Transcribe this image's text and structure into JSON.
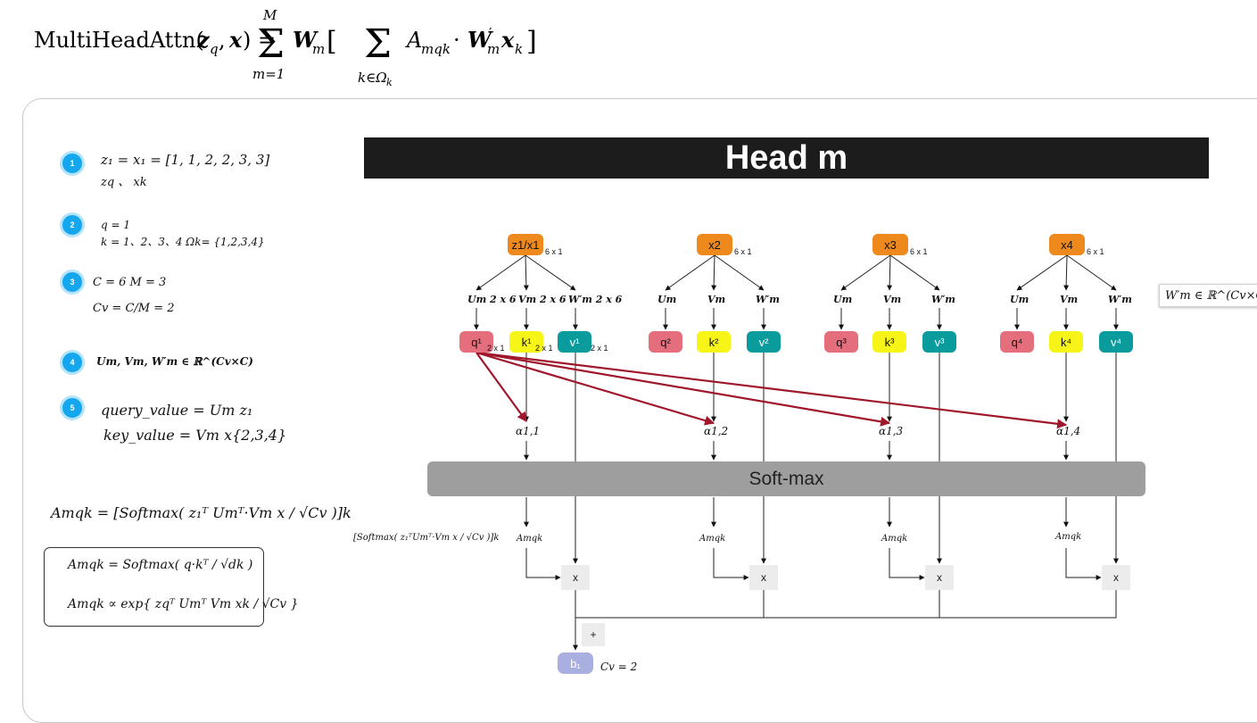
{
  "top_formula": "MultiHeadAttn(𝒛q, 𝒙) = Σm=1M 𝑾m[ Σk∈Ωk Amqk · 𝑾′m𝒙k ]",
  "steps": [
    {
      "badge": "1",
      "line1": "z₁ = x₁ = [1,  1,  2,  2,  3,  3]",
      "line2": "zq 、 xk"
    },
    {
      "badge": "2",
      "line1": "q = 1",
      "line2": "k = 1、2、3、4    Ωk= {1,2,3,4}"
    },
    {
      "badge": "3",
      "line1": "C = 6      M = 3",
      "line2": "Cv = C/M = 2"
    },
    {
      "badge": "4",
      "line1": "𝑼m, 𝑽m, 𝑾′m ∈ ℝ^(Cv×C)"
    },
    {
      "badge": "5",
      "line1": "query_value = Um z₁",
      "line2": "key_value = Vm x{2,3,4}"
    }
  ],
  "softmax_formula": "Amqk = [Softmax( z₁ᵀ Umᵀ·Vm x / √Cv )]k",
  "boxed_eq": {
    "line1": "Amqk = Softmax( q·kᵀ / √dk )",
    "line2": "Amqk ∝ exp{ zqᵀ Umᵀ Vm xk / √Cv }"
  },
  "head_title": "Head m",
  "wprime_note": "W′m ∈ ℝ^(Cv×C",
  "softmax_bar": "Soft-max",
  "softmax_side_label": "[Softmax( z₁ᵀUmᵀ·Vm x / √Cv )]k",
  "inputs": [
    {
      "label": "z1/x1",
      "dim": "6 x 1"
    },
    {
      "label": "x2",
      "dim": "6 x 1"
    },
    {
      "label": "x3",
      "dim": "6 x 1"
    },
    {
      "label": "x4",
      "dim": "6 x 1"
    }
  ],
  "projections_first": [
    "Um 2 x 6",
    "Vm 2 x 6",
    "W′m 2 x 6"
  ],
  "projections": [
    "Um",
    "Vm",
    "W′m"
  ],
  "qkv": [
    {
      "q": "q¹",
      "k": "k¹",
      "v": "v¹",
      "qdim": "2 x 1",
      "kdim": "2 x 1",
      "vdim": "2 x 1"
    },
    {
      "q": "q²",
      "k": "k²",
      "v": "v²"
    },
    {
      "q": "q³",
      "k": "k³",
      "v": "v³"
    },
    {
      "q": "q⁴",
      "k": "k⁴",
      "v": "v⁴"
    }
  ],
  "alphas": [
    "α1,1",
    "α1,2",
    "α1,3",
    "α1,4"
  ],
  "amqk": "Amqk",
  "mul": "x",
  "plus": "+",
  "output": {
    "label": "b₁",
    "note": "Cv = 2"
  },
  "colors": {
    "x": "#ee8a1d",
    "q": "#e56e7d",
    "k": "#f7f518",
    "v": "#0a9c9c",
    "b": "#a9b0e0",
    "attn_arrow": "#a0162a",
    "badge": "#14a7ee"
  }
}
